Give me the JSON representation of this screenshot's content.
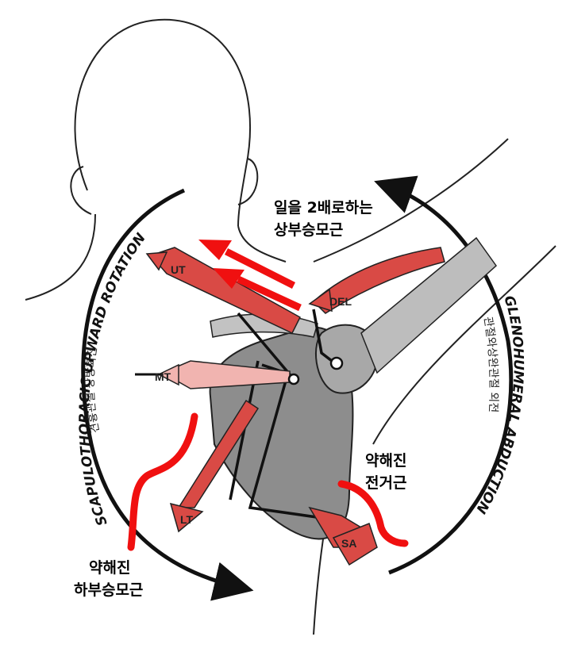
{
  "annotations": {
    "upper_trapezius_line1": "일을 2배로하는",
    "upper_trapezius_line2": "상부승모근",
    "weak_serratus_line1": "약해진",
    "weak_serratus_line2": "전거근",
    "weak_lower_trap_line1": "약해진",
    "weak_lower_trap_line2": "하부승모근"
  },
  "arcs": {
    "left_english": "SCAPULOTHORACIC UPWARD ROTATION",
    "left_korean": "견흉관절 상방회전",
    "right_english": "GLENOHUMERAL ABDUCTION",
    "right_korean": "관절와상완관절 외전"
  },
  "muscles": {
    "ut": "UT",
    "mt": "MT",
    "lt": "LT",
    "del": "DEL",
    "sa": "SA"
  },
  "colors": {
    "muscle_red": "#d94a45",
    "annotation_red": "#f01010",
    "bone_gray": "#8d8d8d",
    "bone_light": "#bdbdbd",
    "outline": "#111111"
  }
}
